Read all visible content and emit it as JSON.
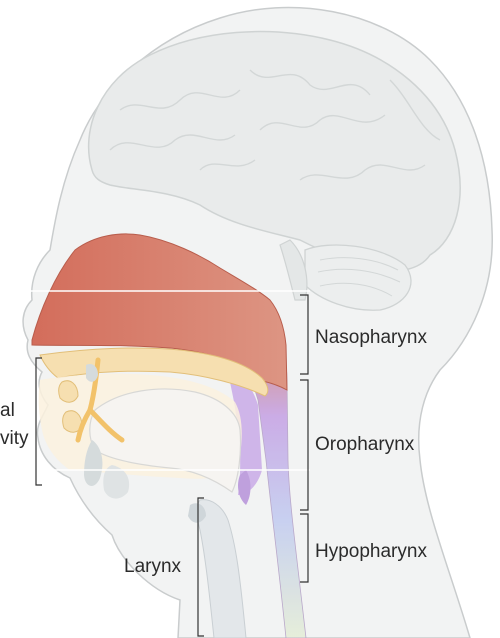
{
  "labels": {
    "nasopharynx": "Nasopharynx",
    "oropharynx": "Oropharynx",
    "hypopharynx": "Hypopharynx",
    "larynx": "Larynx",
    "oral_cavity_line1": "al",
    "oral_cavity_line2": "vity"
  },
  "colors": {
    "head_outline": "#c9cccd",
    "head_fill": "#f2f3f3",
    "brain_fill": "#e9ebeb",
    "brain_line": "#cfd3d3",
    "nasopharynx": "#d98a73",
    "oropharynx": "#c9a9e6",
    "hypopharynx": "#c9d4ef",
    "oral_cavity": "#f6dfb0",
    "bracket": "#333333"
  }
}
